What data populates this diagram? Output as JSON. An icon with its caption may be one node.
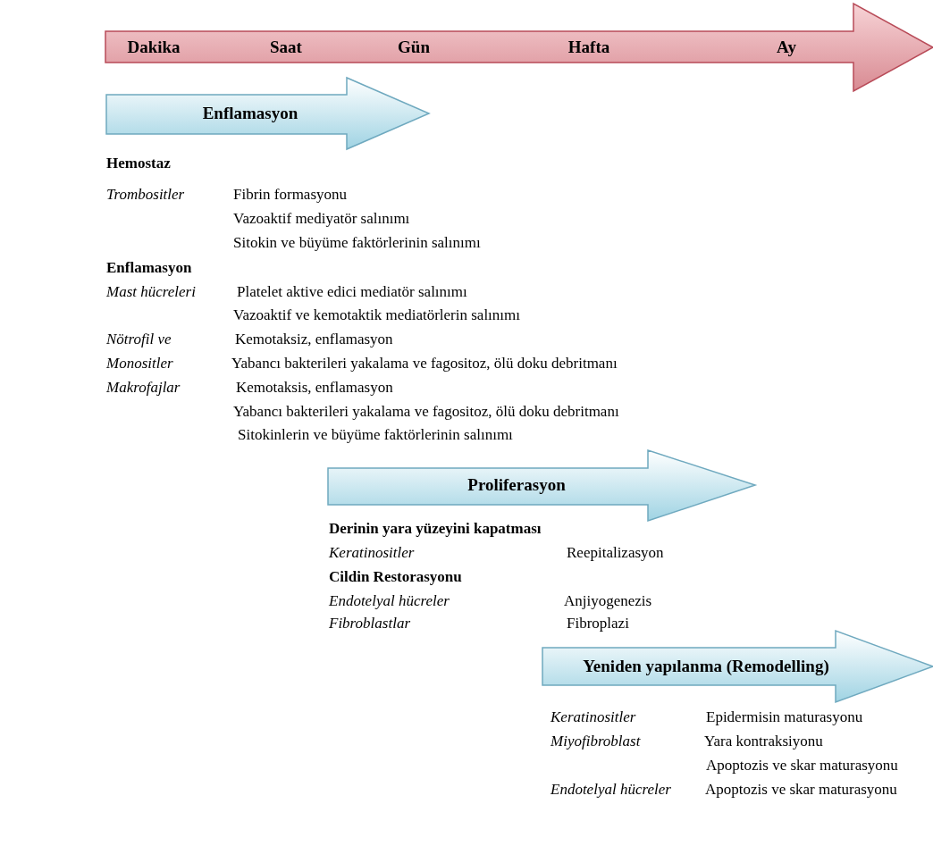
{
  "diagram": {
    "nodes": [
      {
        "text": [
          "Dakika",
          "Saat",
          "Gün",
          "Hafta",
          "Ay"
        ]
      },
      {
        "text": [
          "Enflamasyon"
        ]
      },
      {
        "text": [
          "Proliferasyon"
        ]
      },
      {
        "text": [
          "Yeniden yapılanma (Remodelling)"
        ]
      }
    ],
    "edges": [],
    "labels": [
      "Hemostaz",
      "Trombositler",
      "Fibrin formasyonu",
      "Vazoaktif mediyatör salınımı",
      "Sitokin ve büyüme faktörlerinin salınımı",
      "Enflamasyon",
      "Mast hücreleri",
      "Platelet aktive edici mediatör salınımı",
      "Vazoaktif ve kemotaktik mediatörlerin salınımı",
      "Nötrofil ve",
      "Kemotaksiz, enflamasyon",
      "Monositler",
      "Yabancı bakterileri yakalama ve fagositoz, ölü doku debritmanı",
      "Makrofajlar",
      "Kemotaksis, enflamasyon",
      "Yabancı bakterileri yakalama ve fagositoz, ölü doku debritmanı",
      "Sitokinlerin ve büyüme faktörlerinin salınımı",
      "Derinin yara yüzeyini kapatması",
      "Keratinositler",
      "Reepitalizasyon",
      "Cildin Restorasyonu",
      "Endotelyal hücreler",
      "Anjiyogenezis",
      "Fibroblastlar",
      "Fibroplazi",
      "Keratinositler",
      "Epidermisin maturasyonu",
      "Miyofibroblast",
      "Yara kontraksiyonu",
      "Apoptozis ve skar maturasyonu",
      "Endotelyal hücreler",
      "Apoptozis ve skar maturasyonu"
    ]
  }
}
